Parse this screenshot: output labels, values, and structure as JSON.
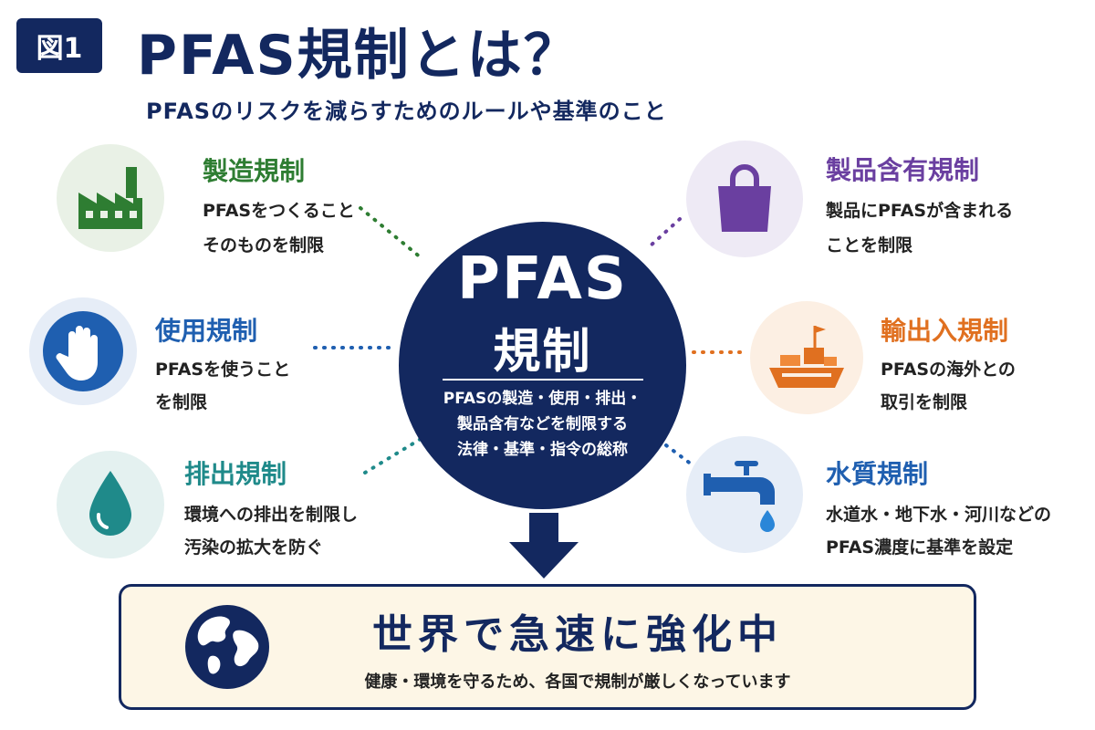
{
  "header": {
    "badge": "図1",
    "title": "PFAS規制とは？",
    "subtitle": "PFASのリスクを減らすためのルールや基準のこと"
  },
  "center": {
    "title_line1": "PFAS",
    "title_line2": "規制",
    "desc_lines": [
      "PFASの製造・使用・排出・",
      "製品含有などを制限する",
      "法律・基準・指令の総称"
    ]
  },
  "items": {
    "manufacturing": {
      "title": "製造規制",
      "desc_lines": [
        "PFASをつくること",
        "そのものを制限"
      ],
      "icon": "factory-icon",
      "color": "#2e7d32",
      "bg": "#e9f1e6"
    },
    "use": {
      "title": "使用規制",
      "desc_lines": [
        "PFASを使うこと",
        "を制限"
      ],
      "icon": "hand-stop-icon",
      "color": "#1f5fb0",
      "bg": "#e6edf7"
    },
    "emission": {
      "title": "排出規制",
      "desc_lines": [
        "環境への排出を制限し",
        "汚染の拡大を防ぐ"
      ],
      "icon": "water-drop-icon",
      "color": "#1f8a8a",
      "bg": "#e4f1f0"
    },
    "product": {
      "title": "製品含有規制",
      "desc_lines": [
        "製品にPFASが含まれる",
        "ことを制限"
      ],
      "icon": "shopping-bag-icon",
      "color": "#6a3fa0",
      "bg": "#eeeaf5"
    },
    "trade": {
      "title": "輸出入規制",
      "desc_lines": [
        "PFASの海外との",
        "取引を制限"
      ],
      "icon": "cargo-ship-icon",
      "color": "#e07020",
      "bg": "#fcefe3"
    },
    "water": {
      "title": "水質規制",
      "desc_lines": [
        "水道水・地下水・河川などの",
        "PFAS濃度に基準を設定"
      ],
      "icon": "faucet-icon",
      "color": "#1f5fb0",
      "bg": "#e6edf7"
    }
  },
  "banner": {
    "title": "世界で急速に強化中",
    "subtitle": "健康・環境を守るため、各国で規制が厳しくなっています",
    "icon": "globe-icon"
  },
  "colors": {
    "navy": "#13285f",
    "banner_bg": "#fdf6e6"
  }
}
